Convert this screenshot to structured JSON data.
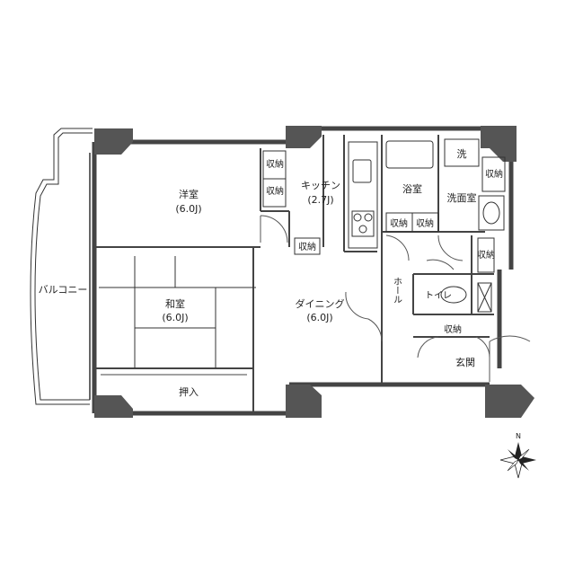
{
  "rooms": {
    "western_room": {
      "name": "洋室",
      "size": "(6.0J)"
    },
    "japanese_room": {
      "name": "和室",
      "size": "(6.0J)"
    },
    "kitchen": {
      "name": "キッチン",
      "size": "(2.7J)"
    },
    "dining": {
      "name": "ダイニング",
      "size": "(6.0J)"
    },
    "bathroom": "浴室",
    "washroom": "洗面室",
    "laundry": "洗",
    "hall": "ホール",
    "toilet": "トイレ",
    "entrance": "玄関",
    "closet_oshiire": "押入",
    "balcony": "バルコニー"
  },
  "storage_label": "収納",
  "compass": {
    "north_label": "N"
  },
  "colors": {
    "pillar": "#555555",
    "wall": "#444444",
    "line": "#333333"
  }
}
